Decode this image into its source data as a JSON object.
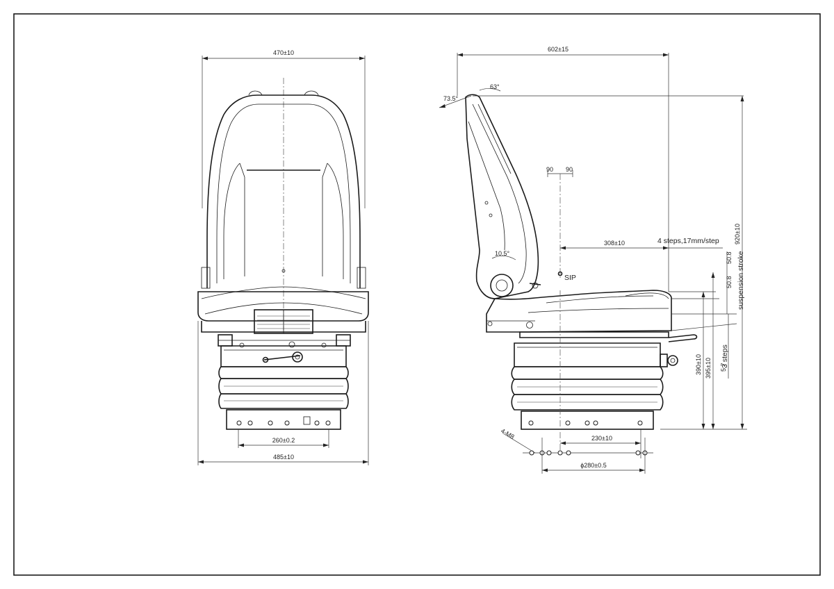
{
  "front_view": {
    "width_top": "470±10",
    "width_base": "485±10",
    "mount_width": "260±0.2"
  },
  "side_view": {
    "depth": "602±15",
    "backrest_angle_a": "73.5°",
    "backrest_angle_b": "63°",
    "sip_offset_a": "90",
    "sip_offset_b": "90",
    "slide_travel": "308±10",
    "slide_steps": "4 steps,17mm/step",
    "height_total": "920±10",
    "suspension_stroke_label": "suspension stroke",
    "stroke_a": "50.8",
    "stroke_b": "50.8",
    "height_steps_label": "3 steps",
    "height_step_value": "5.7",
    "height_a": "390±10",
    "height_b": "395±10",
    "recline_angle": "10.5°",
    "sip_label": "SIP",
    "bolt_spec": "4-M8",
    "bolt_spacing": "230±10",
    "bolt_diameter": "ɸ280±0.5"
  }
}
